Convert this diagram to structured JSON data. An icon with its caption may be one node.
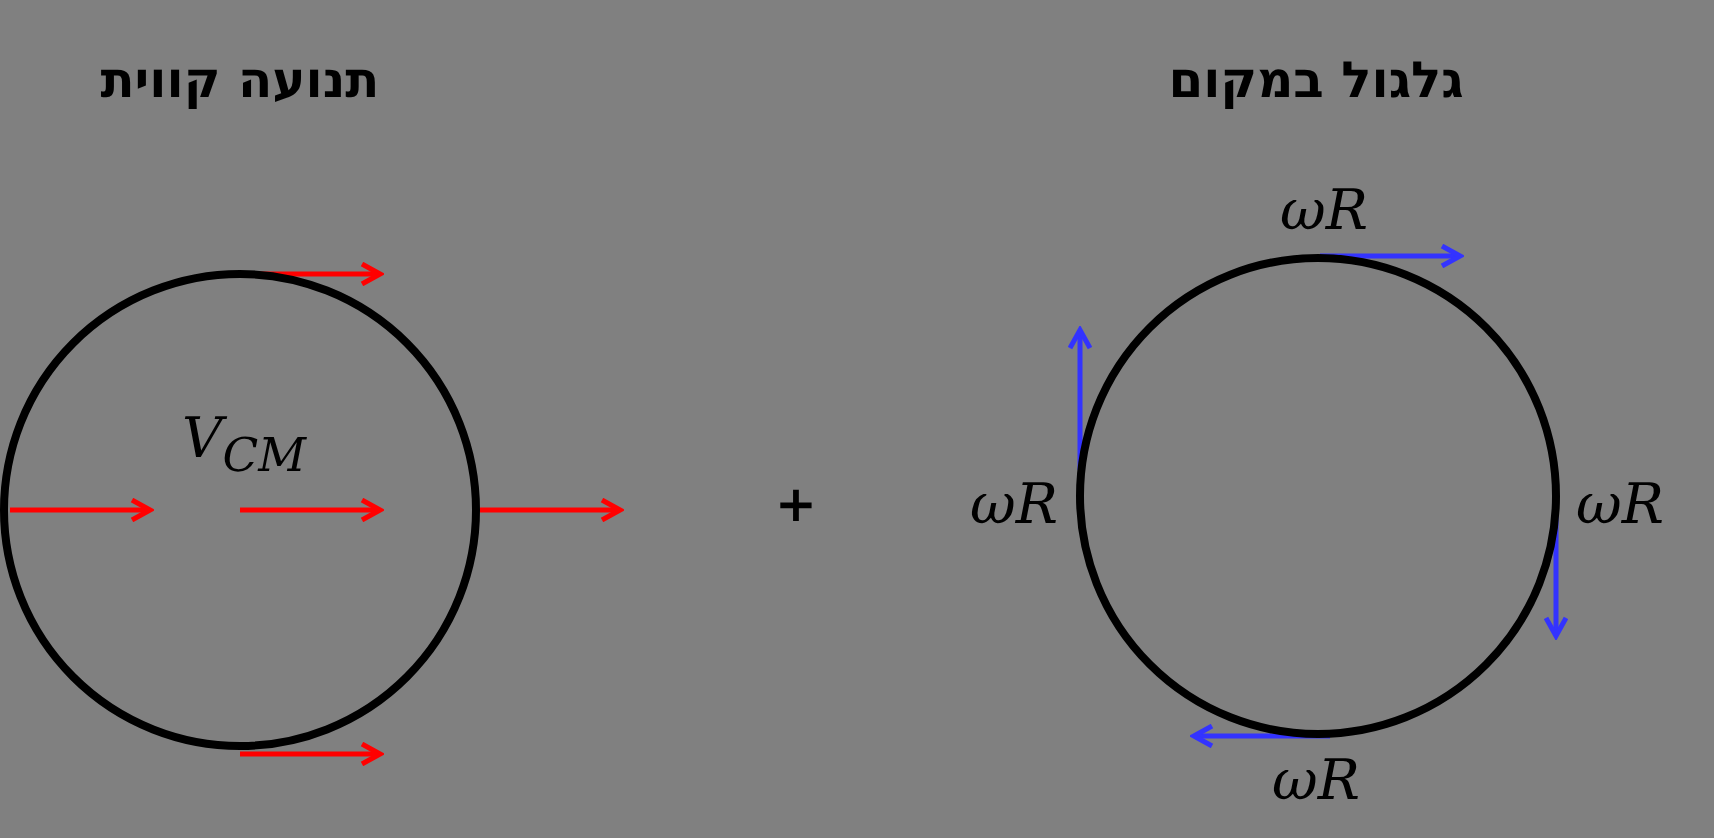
{
  "diagram": {
    "nodes": [
      {
        "text": [
          "V$_{CM}$"
        ]
      },
      {
        "text": [],
        "shape": "circle"
      }
    ],
    "edges": [],
    "labels": [
      "תנועה קווית",
      "גלגול במקום",
      "ωR",
      "+",
      "ωR",
      "ωR",
      "ωR"
    ]
  }
}
